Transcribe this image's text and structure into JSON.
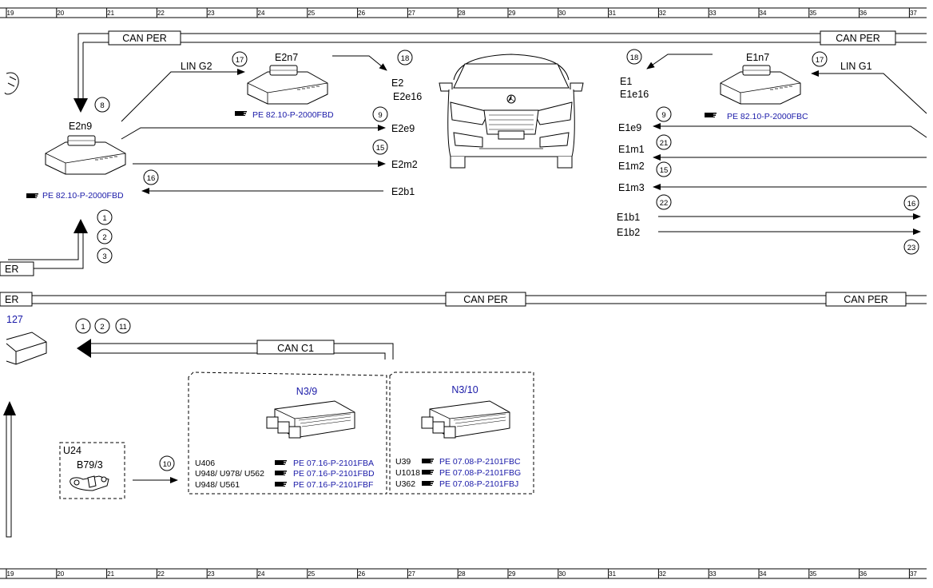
{
  "ruler": {
    "numbers": [
      "19",
      "20",
      "21",
      "22",
      "23",
      "24",
      "25",
      "26",
      "27",
      "28",
      "29",
      "30",
      "31",
      "32",
      "33",
      "34",
      "35",
      "36",
      "37"
    ]
  },
  "buses": {
    "can_per": "CAN PER",
    "can_per_cut": "ER",
    "can_per_cut2": "ER",
    "can_c1": "CAN C1",
    "lin_g2": "LIN G2",
    "lin_g1": "LIN G1"
  },
  "left_lamp": {
    "e2n9": "E2n9",
    "e2n7": "E2n7",
    "ref_e2n9": "PE 82.10-P-2000FBD",
    "ref_e2n7": "PE 82.10-P-2000FBD",
    "e2": "E2",
    "e2e16": "E2e16",
    "e2e9": "E2e9",
    "e2m2": "E2m2",
    "e2b1": "E2b1"
  },
  "right_lamp": {
    "e1n7": "E1n7",
    "ref_e1n7": "PE 82.10-P-2000FBC",
    "e1": "E1",
    "e1e16": "E1e16",
    "e1e9": "E1e9",
    "e1m1": "E1m1",
    "e1m2": "E1m2",
    "e1m3": "E1m3",
    "e1b1": "E1b1",
    "e1b2": "E1b2"
  },
  "bubbles": {
    "b8": "8",
    "b17a": "17",
    "b18a": "18",
    "b9a": "9",
    "b15a": "15",
    "b16a": "16",
    "b1a": "1",
    "b2a": "2",
    "b3": "3",
    "b18b": "18",
    "b17b": "17",
    "b9b": "9",
    "b21": "21",
    "b15b": "15",
    "b22": "22",
    "b16b": "16",
    "b23": "23",
    "b1b": "1",
    "b2b": "2",
    "b11": "11",
    "b10": "10"
  },
  "lower": {
    "cut_label": "127",
    "u24": "U24",
    "b79_3": "B79/3",
    "n3_9": "N3/9",
    "n3_10": "N3/10",
    "n39_rows": [
      {
        "code": "U406",
        "ref": "PE 07.16-P-2101FBA"
      },
      {
        "code": "U948/ U978/ U562",
        "ref": "PE 07.16-P-2101FBD"
      },
      {
        "code": "U948/ U561",
        "ref": "PE 07.16-P-2101FBF"
      }
    ],
    "n310_rows": [
      {
        "code": "U39",
        "ref": "PE 07.08-P-2101FBC"
      },
      {
        "code": "U1018",
        "ref": "PE 07.08-P-2101FBG"
      },
      {
        "code": "U362",
        "ref": "PE 07.08-P-2101FBJ"
      }
    ]
  }
}
